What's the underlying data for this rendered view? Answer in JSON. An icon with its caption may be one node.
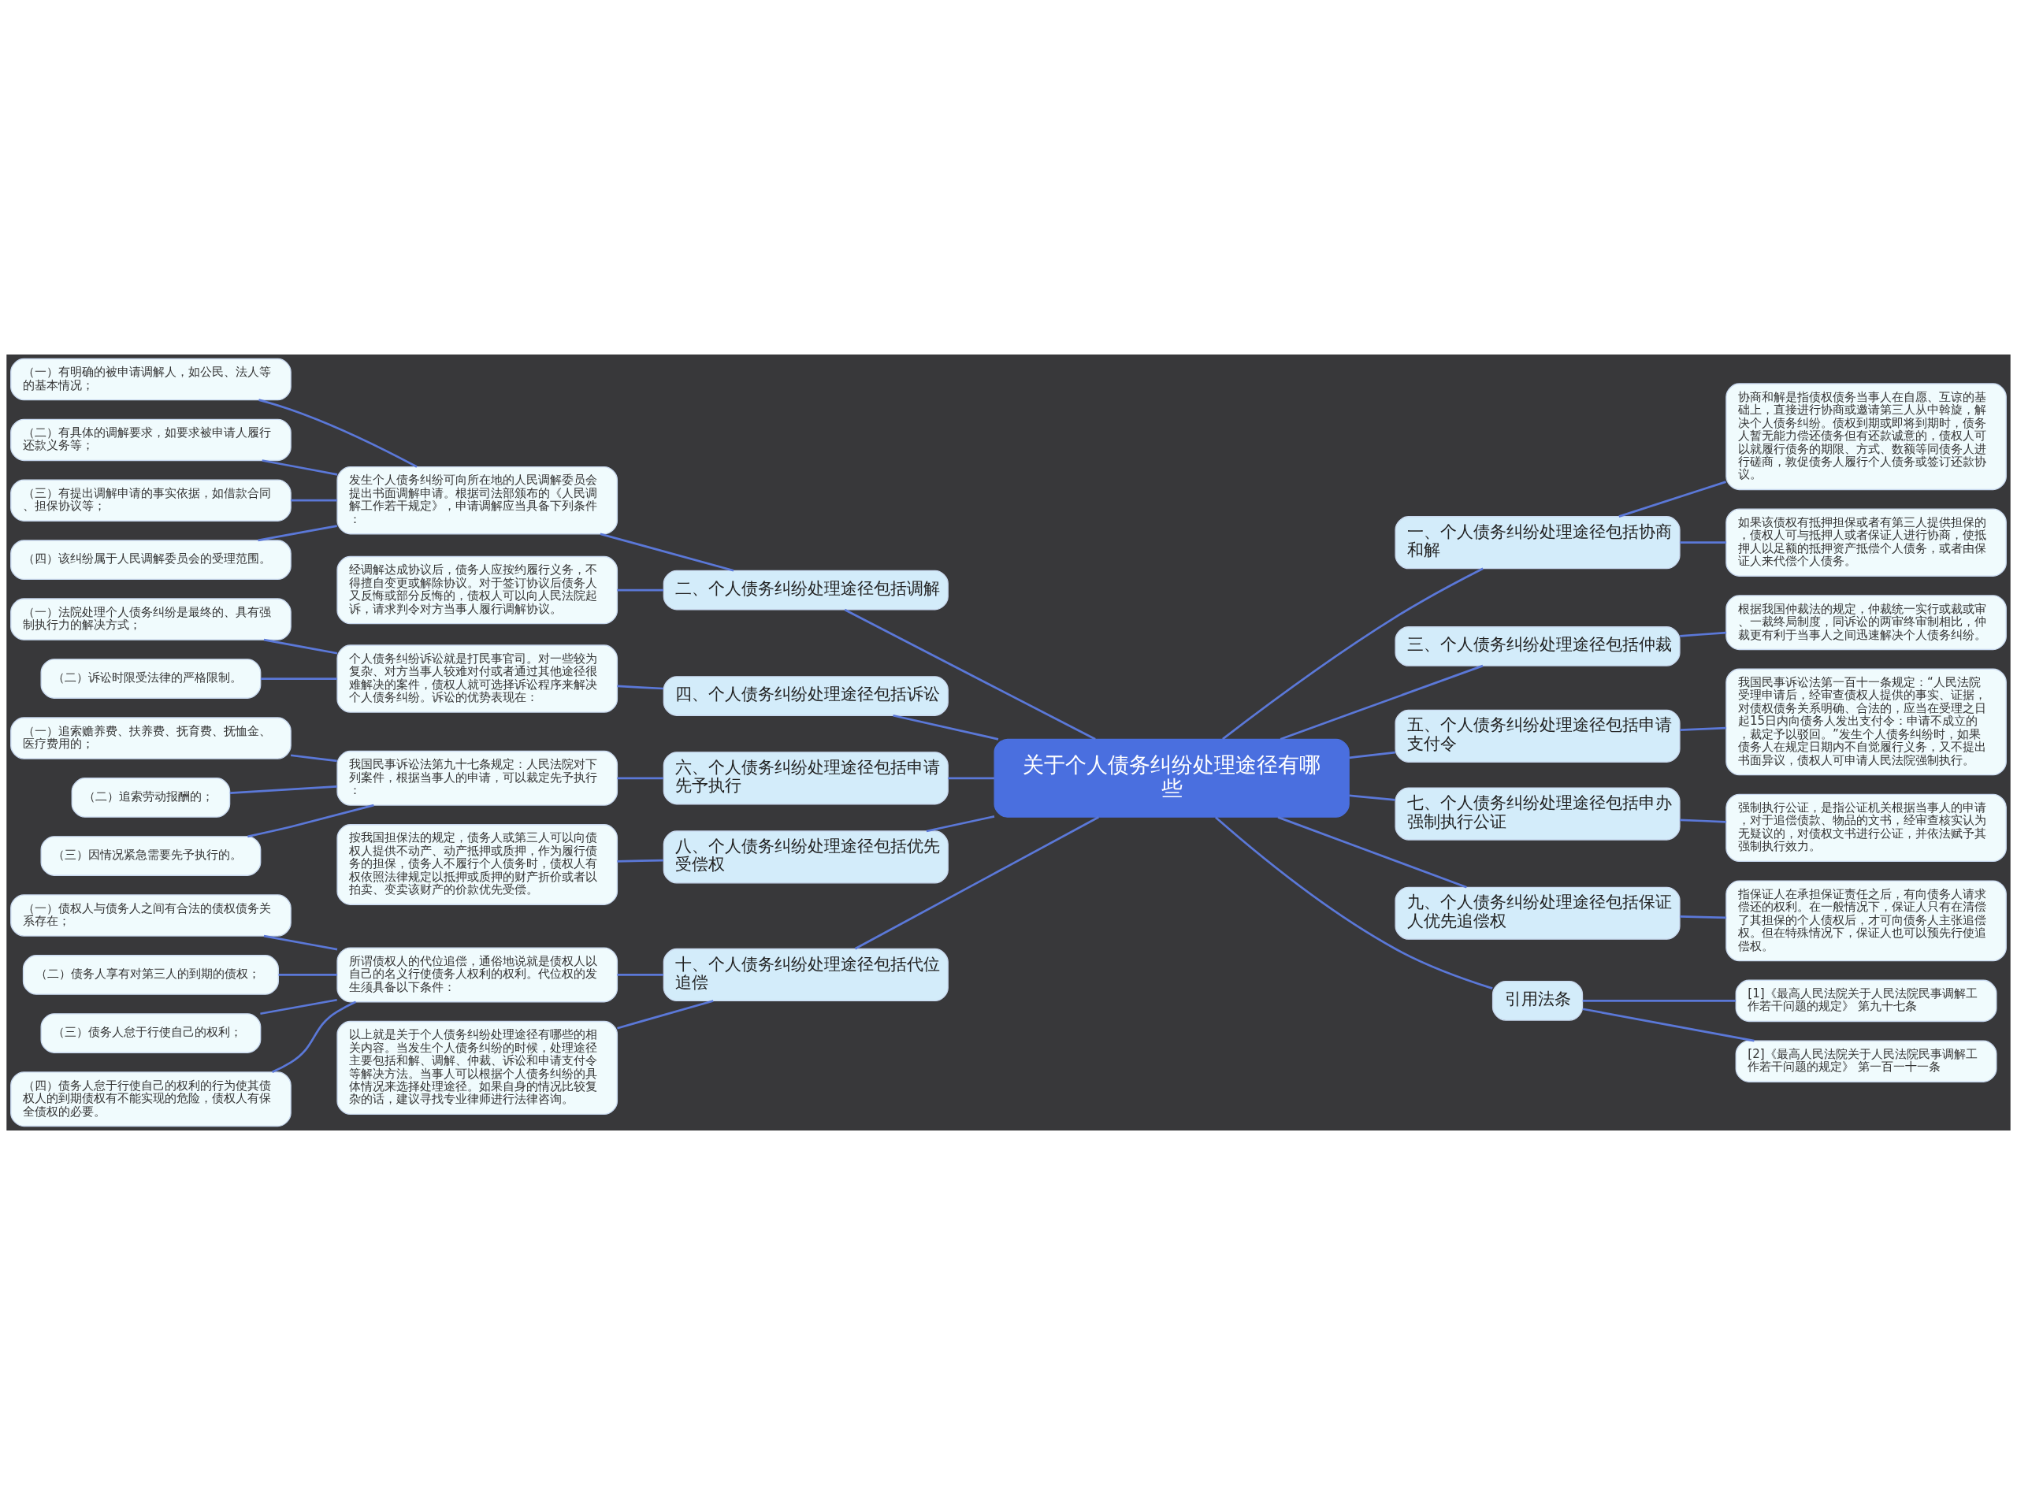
{
  "diagram": {
    "nodes": [
      {
        "text": [
          "关于个人债务纠纷处理途径有哪些"
        ]
      },
      {
        "text": [
          "二、个人债务纠纷处理途径包括调解"
        ]
      },
      {
        "text": [
          "发生个人债务纠纷可向所在地的人民调解委员会提出书面调解申请。根据司法部颁布的《人民调解工作若干规定》，申请调解应当具备下列条件："
        ]
      },
      {
        "text": [
          "（一）有明确的被申请调解人，如公民、法人等的基本情况；"
        ]
      },
      {
        "text": [
          "（二）有具体的调解要求，如要求被申请人履行还款义务等；"
        ]
      },
      {
        "text": [
          "（三）有提出调解申请的事实依据，如借款合同、担保协议等；"
        ]
      },
      {
        "text": [
          "（四）该纠纷属于人民调解委员会的受理范围。"
        ]
      },
      {
        "text": [
          "经调解达成协议后，债务人应按约履行义务，不得擅自变更或解除协议。对于签订协议后债务人又反悔或部分反悔的，债权人可以向人民法院起诉，请求判令对方当事人履行调解协议。"
        ]
      },
      {
        "text": [
          "四、个人债务纠纷处理途径包括诉讼"
        ]
      },
      {
        "text": [
          "个人债务纠纷诉讼就是打民事官司。对一些较为复杂、对方当事人较难对付或者通过其他途径很难解决的案件，债权人就可选择诉讼程序来解决个人债务纠纷。诉讼的优势表现在："
        ]
      },
      {
        "text": [
          "（一）法院处理个人债务纠纷是最终的、具有强制执行力的解决方式；"
        ]
      },
      {
        "text": [
          "（二）诉讼时限受法律的严格限制。"
        ]
      },
      {
        "text": [
          "六、个人债务纠纷处理途径包括申请先予执行"
        ]
      },
      {
        "text": [
          "我国民事诉讼法第九十七条规定：人民法院对下列案件，根据当事人的申请，可以裁定先予执行："
        ]
      },
      {
        "text": [
          "（一）追索赡养费、扶养费、抚育费、抚恤金、医疗费用的；"
        ]
      },
      {
        "text": [
          "（二）追索劳动报酬的；"
        ]
      },
      {
        "text": [
          "（三）因情况紧急需要先予执行的。"
        ]
      },
      {
        "text": [
          "八、个人债务纠纷处理途径包括优先受偿权"
        ]
      },
      {
        "text": [
          "按我国担保法的规定，债务人或第三人可以向债权人提供不动产、动产抵押或质押，作为履行债务的担保，债务人不履行个人债务时，债权人有权依照法律规定以抵押或质押的财产折价或者以拍卖、变卖该财产的价款优先受偿。"
        ]
      },
      {
        "text": [
          "十、个人债务纠纷处理途径包括代位追偿"
        ]
      },
      {
        "text": [
          "所谓债权人的代位追偿，通俗地说就是债权人以自己的名义行使债务人权利的权利。代位权的发生须具备以下条件："
        ]
      },
      {
        "text": [
          "（一）债权人与债务人之间有合法的债权债务关系存在；"
        ]
      },
      {
        "text": [
          "（二）债务人享有对第三人的到期的债权；"
        ]
      },
      {
        "text": [
          "（三）债务人怠于行使自己的权利；"
        ]
      },
      {
        "text": [
          "（四）债务人怠于行使自己的权利的行为使其债权人的到期债权有不能实现的危险，债权人有保全债权的必要。"
        ]
      },
      {
        "text": [
          "以上就是关于个人债务纠纷处理途径有哪些的相关内容。当发生个人债务纠纷的时候，处理途径主要包括和解、调解、仲裁、诉讼和申请支付令等解决方法。当事人可以根据个人债务纠纷的具体情况来选择处理途径。如果自身的情况比较复杂的话，建议寻找专业律师进行法律咨询。"
        ]
      },
      {
        "text": [
          "一、个人债务纠纷处理途径包括协商和解"
        ]
      },
      {
        "text": [
          "协商和解是指债权债务当事人在自愿、互谅的基础上，直接进行协商或邀请第三人从中斡旋，解决个人债务纠纷。债权到期或即将到期时，债务人暂无能力偿还债务但有还款诚意的，债权人可以就履行债务的期限、方式、数额等同债务人进行磋商，敦促债务人履行个人债务或签订还款协议。"
        ]
      },
      {
        "text": [
          "如果该债权有抵押担保或者有第三人提供担保的，债权人可与抵押人或者保证人进行协商，使抵押人以足额的抵押资产抵偿个人债务，或者由保证人来代偿个人债务。"
        ]
      },
      {
        "text": [
          "三、个人债务纠纷处理途径包括仲裁"
        ]
      },
      {
        "text": [
          "根据我国仲裁法的规定，仲裁统一实行或裁或审、一裁终局制度，同诉讼的两审终审制相比，仲裁更有利于当事人之间迅速解决个人债务纠纷。"
        ]
      },
      {
        "text": [
          "五、个人债务纠纷处理途径包括申请支付令"
        ]
      },
      {
        "text": [
          "我国民事诉讼法第一百十一条规定：“人民法院受理申请后，经审查债权人提供的事实、证据，对债权债务关系明确、合法的，应当在受理之日起15日内向债务人发出支付令：申请不成立的，裁定予以驳回。”发生个人债务纠纷时，如果债务人在规定日期内不自觉履行义务，又不提出书面异议，债权人可申请人民法院强制执行。"
        ]
      },
      {
        "text": [
          "七、个人债务纠纷处理途径包括申办强制执行公证"
        ]
      },
      {
        "text": [
          "强制执行公证，是指公证机关根据当事人的申请，对于追偿债款、物品的文书，经审查核实认为无疑议的，对债权文书进行公证，并依法赋予其强制执行效力。"
        ]
      },
      {
        "text": [
          "九、个人债务纠纷处理途径包括保证人优先追偿权"
        ]
      },
      {
        "text": [
          "指保证人在承担保证责任之后，有向债务人请求偿还的权利。在一般情况下，保证人只有在清偿了其担保的个人债权后，才可向债务人主张追偿权。但在特殊情况下，保证人也可以预先行使追偿权。"
        ]
      },
      {
        "text": [
          "引用法条"
        ]
      },
      {
        "text": [
          "[1]《最高人民法院关于人民法院民事调解工作若干问题的规定》 第九十七条"
        ]
      },
      {
        "text": [
          "[2]《最高人民法院关于人民法院民事调解工作若干问题的规定》 第一百一十一条"
        ]
      }
    ],
    "edges": [
      {
        "from": 0,
        "to": 1,
        "arrow": "none"
      },
      {
        "from": 1,
        "to": 2,
        "arrow": "none"
      },
      {
        "from": 2,
        "to": 3,
        "arrow": "none"
      },
      {
        "from": 2,
        "to": 4,
        "arrow": "none"
      },
      {
        "from": 2,
        "to": 5,
        "arrow": "none"
      },
      {
        "from": 2,
        "to": 6,
        "arrow": "none"
      },
      {
        "from": 1,
        "to": 7,
        "arrow": "none"
      },
      {
        "from": 0,
        "to": 8,
        "arrow": "none"
      },
      {
        "from": 8,
        "to": 9,
        "arrow": "none"
      },
      {
        "from": 9,
        "to": 10,
        "arrow": "none"
      },
      {
        "from": 9,
        "to": 11,
        "arrow": "none"
      },
      {
        "from": 0,
        "to": 12,
        "arrow": "none"
      },
      {
        "from": 12,
        "to": 13,
        "arrow": "none"
      },
      {
        "from": 13,
        "to": 14,
        "arrow": "none"
      },
      {
        "from": 13,
        "to": 15,
        "arrow": "none"
      },
      {
        "from": 13,
        "to": 16,
        "arrow": "none"
      },
      {
        "from": 0,
        "to": 17,
        "arrow": "none"
      },
      {
        "from": 17,
        "to": 18,
        "arrow": "none"
      },
      {
        "from": 0,
        "to": 19,
        "arrow": "none"
      },
      {
        "from": 19,
        "to": 20,
        "arrow": "none"
      },
      {
        "from": 20,
        "to": 21,
        "arrow": "none"
      },
      {
        "from": 20,
        "to": 22,
        "arrow": "none"
      },
      {
        "from": 20,
        "to": 23,
        "arrow": "none"
      },
      {
        "from": 20,
        "to": 24,
        "arrow": "none"
      },
      {
        "from": 19,
        "to": 25,
        "arrow": "none"
      },
      {
        "from": 0,
        "to": 26,
        "arrow": "none"
      },
      {
        "from": 26,
        "to": 27,
        "arrow": "none"
      },
      {
        "from": 26,
        "to": 28,
        "arrow": "none"
      },
      {
        "from": 0,
        "to": 29,
        "arrow": "none"
      },
      {
        "from": 29,
        "to": 30,
        "arrow": "none"
      },
      {
        "from": 0,
        "to": 31,
        "arrow": "none"
      },
      {
        "from": 31,
        "to": 32,
        "arrow": "none"
      },
      {
        "from": 0,
        "to": 33,
        "arrow": "none"
      },
      {
        "from": 33,
        "to": 34,
        "arrow": "none"
      },
      {
        "from": 0,
        "to": 35,
        "arrow": "none"
      },
      {
        "from": 35,
        "to": 36,
        "arrow": "none"
      },
      {
        "from": 0,
        "to": 37,
        "arrow": "none"
      },
      {
        "from": 37,
        "to": 38,
        "arrow": "none"
      },
      {
        "from": 37,
        "to": 39,
        "arrow": "none"
      }
    ]
  }
}
